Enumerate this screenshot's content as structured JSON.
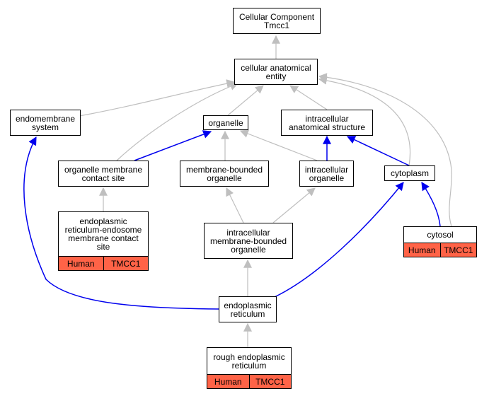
{
  "colors": {
    "is_a": "#bfbfbf",
    "part_of": "#0000ee",
    "annotation": "#ff6347"
  },
  "nodes": {
    "root": {
      "label": "Cellular Component\nTmcc1"
    },
    "cae": {
      "label": "cellular anatomical\nentity"
    },
    "endo": {
      "label": "endomembrane\nsystem"
    },
    "organelle": {
      "label": "organelle"
    },
    "ias": {
      "label": "intracellular\nanatomical structure"
    },
    "omcs": {
      "label": "organelle membrane\ncontact site"
    },
    "mbo": {
      "label": "membrane-bounded\norganelle"
    },
    "io": {
      "label": "intracellular\norganelle"
    },
    "cytoplasm": {
      "label": "cytoplasm"
    },
    "eremcs": {
      "label": "endoplasmic\nreticulum-endosome\nmembrane contact\nsite",
      "tags": [
        "Human",
        "TMCC1"
      ]
    },
    "imbo": {
      "label": "intracellular\nmembrane-bounded\norganelle"
    },
    "cytosol": {
      "label": "cytosol",
      "tags": [
        "Human",
        "TMCC1"
      ]
    },
    "er": {
      "label": "endoplasmic\nreticulum"
    },
    "rer": {
      "label": "rough endoplasmic\nreticulum",
      "tags": [
        "Human",
        "TMCC1"
      ]
    }
  }
}
